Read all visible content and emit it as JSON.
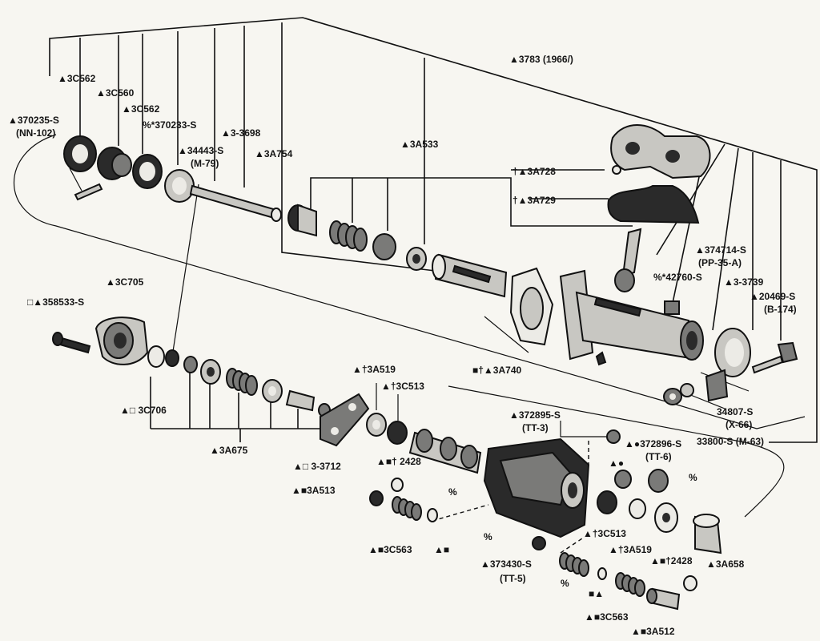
{
  "labels": {
    "p3783": "▲3783 (1966/)",
    "p3C562a": "▲3C562",
    "p3C560": "▲3C560",
    "p3C562b": "▲3C562",
    "p370235": "▲370235-S",
    "p370235n": "(NN-102)",
    "p370233": "%*370233-S",
    "p3_3698": "▲3-3698",
    "p34443": "▲34443-S",
    "p34443n": "(M-79)",
    "p3A754": "▲3A754",
    "p3A533": "▲3A533",
    "p3A728": "†▲3A728",
    "p3A729": "†▲3A729",
    "p374714": "▲374714-S",
    "p374714n": "(PP-35-A)",
    "p42760": "%*42760-S",
    "p3_3739": "▲3-3739",
    "p20469": "▲20469-S",
    "p20469n": "(B-174)",
    "p3C705": "▲3C705",
    "p358533": "□▲358533-S",
    "p3C706": "▲□ 3C706",
    "p3A740": "■†▲3A740",
    "p3A519a": "▲†3A519",
    "p3C513a": "▲†3C513",
    "p3A675": "▲3A675",
    "p34807": "34807-S",
    "p34807n": "(X-66)",
    "p33800": "33800-S (M-63)",
    "p372895": "▲372895-S",
    "p372895n": "(TT-3)",
    "p372896": "▲●372896-S",
    "p372896n": "(TT-6)",
    "p3_3712": "▲□ 3-3712",
    "p2428a": "▲■† 2428",
    "pct1": "%",
    "p3A513": "▲■3A513",
    "pmark1": "▲●",
    "pct2": "%",
    "p3C513b": "▲†3C513",
    "p3A519b": "▲†3A519",
    "p2428b": "▲■†2428",
    "p3A658": "▲3A658",
    "p3C563a": "▲■3C563",
    "pmark2": "▲■",
    "pct3": "%",
    "p373430": "▲373430-S",
    "p373430n": "(TT-5)",
    "pct4": "%",
    "pmark3": "■▲",
    "p3C563b": "▲■3C563",
    "p3A512": "▲■3A512"
  }
}
